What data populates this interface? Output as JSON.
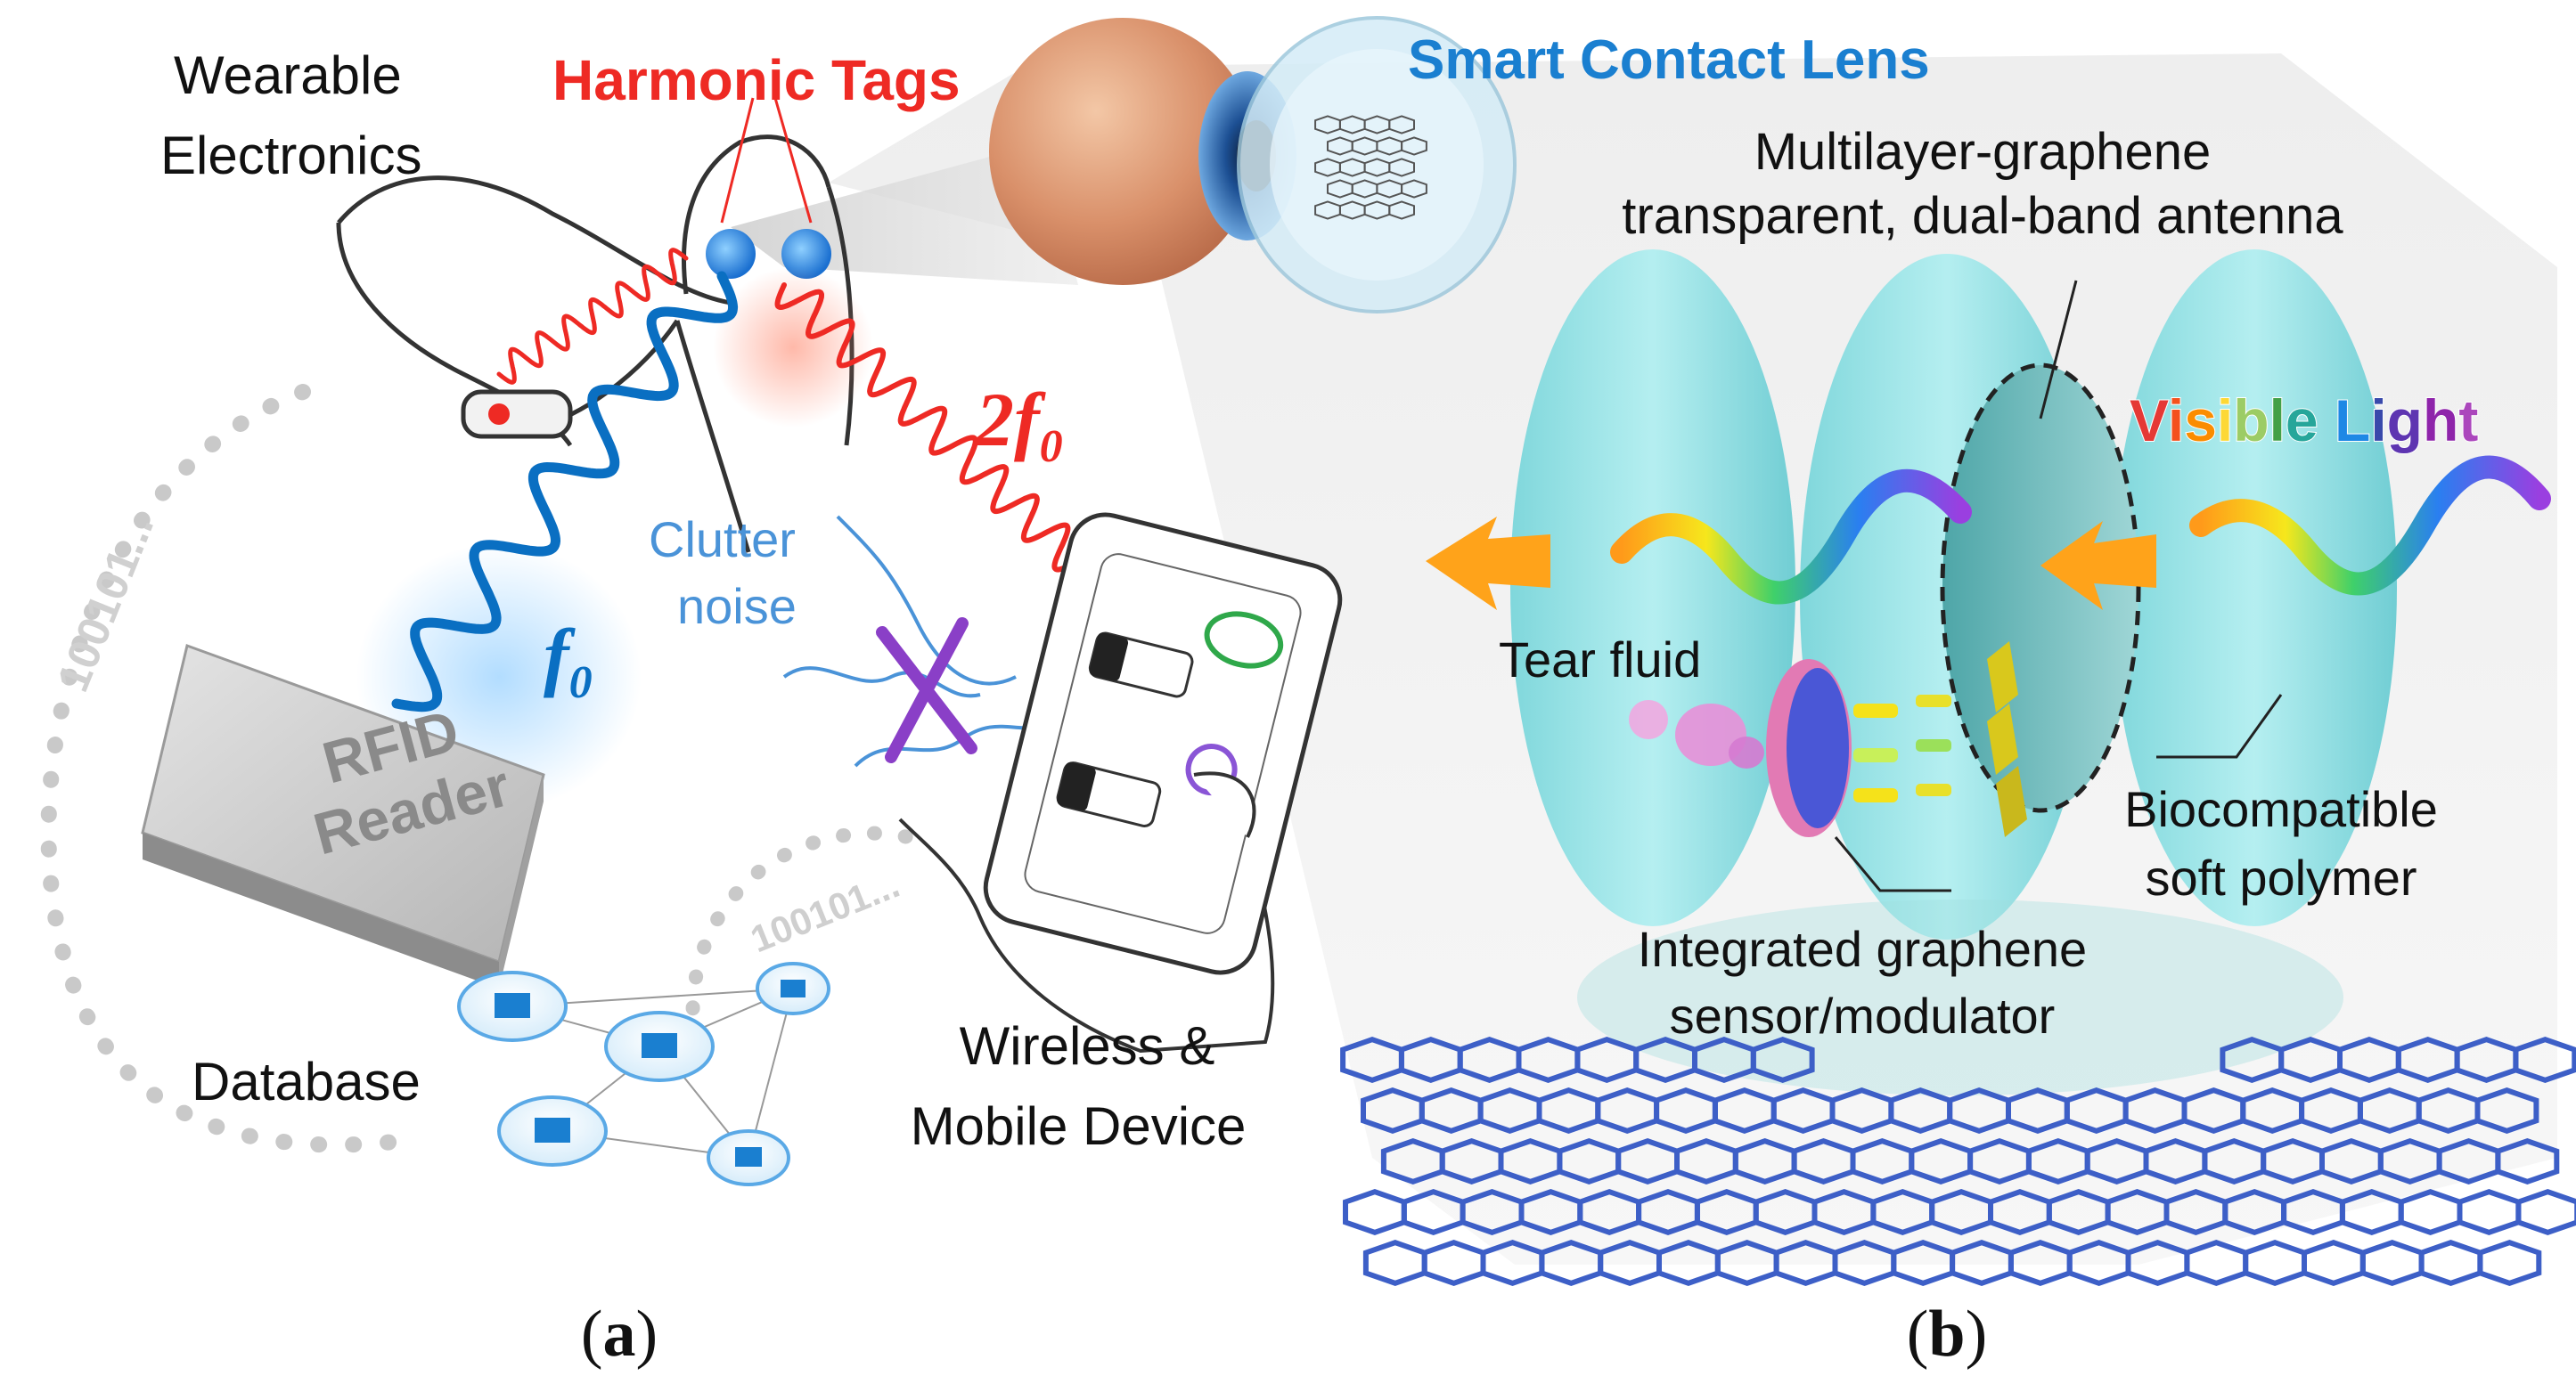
{
  "panel_a": {
    "wearable_label": [
      "Wearable",
      "Electronics"
    ],
    "harmonic_tags_label": "Harmonic Tags",
    "second_harmonic_label": "2f",
    "second_harmonic_sub": "0",
    "fundamental_label": "f",
    "fundamental_sub": "0",
    "clutter_label": [
      "Clutter",
      "noise"
    ],
    "rfid_label": [
      "RFID",
      "Reader"
    ],
    "database_label": "Database",
    "mobile_label": [
      "Wireless &",
      "Mobile Device"
    ],
    "binary_outer": "100101...",
    "binary_inner": "100101...",
    "caption_open": "(",
    "caption_letter": "a",
    "caption_close": ")"
  },
  "panel_b": {
    "smart_lens_label": "Smart Contact Lens",
    "antenna_label": [
      "Multilayer-graphene",
      "transparent, dual-band antenna"
    ],
    "visible_light_letters": [
      "V",
      "i",
      "s",
      "i",
      "b",
      "l",
      "e",
      " ",
      "L",
      "i",
      "g",
      "h",
      "t"
    ],
    "visible_light_colors": [
      "#e53935",
      "#f4511e",
      "#fb8c00",
      "#fdd835",
      "#9ccc65",
      "#43a047",
      "#26a69a",
      "#ffffff",
      "#1e88e5",
      "#3949ab",
      "#5e35b1",
      "#8e24aa",
      "#ab47bc"
    ],
    "tear_label": "Tear fluid",
    "polymer_label": [
      "Biocompatible",
      "soft polymer"
    ],
    "sensor_label": [
      "Integrated graphene",
      "sensor/modulator"
    ],
    "caption_open": "(",
    "caption_letter": "b",
    "caption_close": ")"
  },
  "colors": {
    "harmonic_red": "#ee2a24",
    "fundamental_blue": "#0a6fc2",
    "lens_cyan": "#8de3e6",
    "label_blue": "#1a7fd0",
    "graphene_blue": "#4f6fd6"
  }
}
